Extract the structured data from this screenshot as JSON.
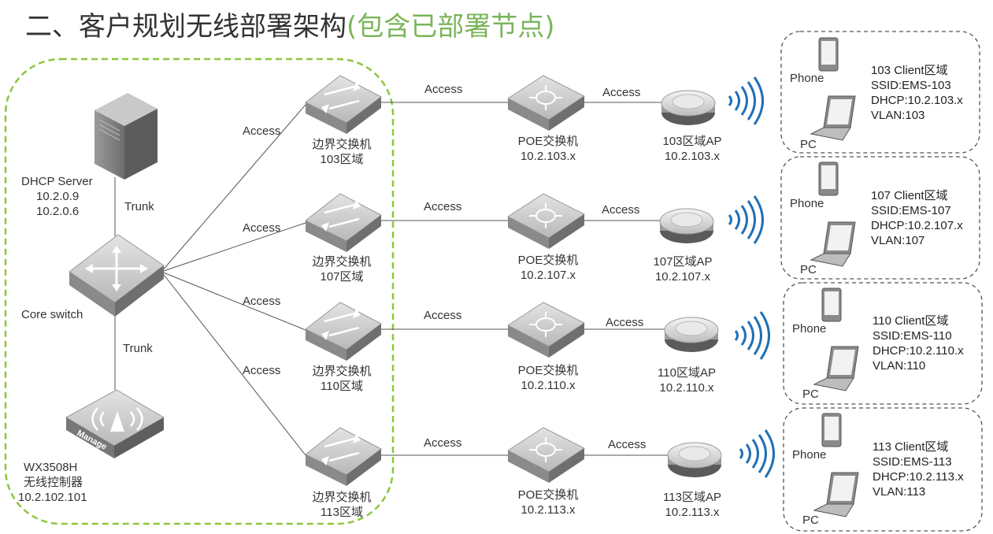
{
  "title": {
    "main": "二、客户规划无线部署架构",
    "sub": "(包含已部署节点)"
  },
  "core": {
    "dhcp_name": "DHCP Server",
    "dhcp_ip1": "10.2.0.9",
    "dhcp_ip2": "10.2.0.6",
    "trunk_label": "Trunk",
    "core_switch": "Core switch",
    "controller_name": "WX3508H",
    "controller_desc": "无线控制器",
    "controller_ip": "10.2.102.101",
    "manage_label": "Manage"
  },
  "branches": [
    {
      "uplink": "Access",
      "edge_name": "边界交换机",
      "edge_zone": "103区域",
      "sw_link": "Access",
      "poe_name": "POE交换机",
      "poe_ip": "10.2.103.x",
      "ap_link": "Access",
      "ap_name": "103区域AP",
      "ap_ip": "10.2.103.x",
      "client": {
        "phone": "Phone",
        "pc": "PC",
        "zone": "103 Client区域",
        "ssid": "SSID:EMS-103",
        "dhcp": "DHCP:10.2.103.x",
        "vlan": "VLAN:103"
      }
    },
    {
      "uplink": "Access",
      "edge_name": "边界交换机",
      "edge_zone": "107区域",
      "sw_link": "Access",
      "poe_name": "POE交换机",
      "poe_ip": "10.2.107.x",
      "ap_link": "Access",
      "ap_name": "107区域AP",
      "ap_ip": "10.2.107.x",
      "client": {
        "phone": "Phone",
        "pc": "PC",
        "zone": "107 Client区域",
        "ssid": "SSID:EMS-107",
        "dhcp": "DHCP:10.2.107.x",
        "vlan": "VLAN:107"
      }
    },
    {
      "uplink": "Access",
      "edge_name": "边界交换机",
      "edge_zone": "110区域",
      "sw_link": "Access",
      "poe_name": "POE交换机",
      "poe_ip": "10.2.110.x",
      "ap_link": "Access",
      "ap_name": "110区域AP",
      "ap_ip": "10.2.110.x",
      "client": {
        "phone": "Phone",
        "pc": "PC",
        "zone": "110 Client区域",
        "ssid": "SSID:EMS-110",
        "dhcp": "DHCP:10.2.110.x",
        "vlan": "VLAN:110"
      }
    },
    {
      "uplink": "Access",
      "edge_name": "边界交换机",
      "edge_zone": "113区域",
      "sw_link": "Access",
      "poe_name": "POE交换机",
      "poe_ip": "10.2.113.x",
      "ap_link": "Access",
      "ap_name": "113区域AP",
      "ap_ip": "10.2.113.x",
      "client": {
        "phone": "Phone",
        "pc": "PC",
        "zone": "113 Client区域",
        "ssid": "SSID:EMS-113",
        "dhcp": "DHCP:10.2.113.x",
        "vlan": "VLAN:113"
      }
    }
  ],
  "colors": {
    "title_sub": "#7ab55a",
    "core_border": "#8dc63f",
    "wifi": "#1f6fb5",
    "device_top": "#c8c8c8",
    "device_side": "#8a8a8a"
  }
}
